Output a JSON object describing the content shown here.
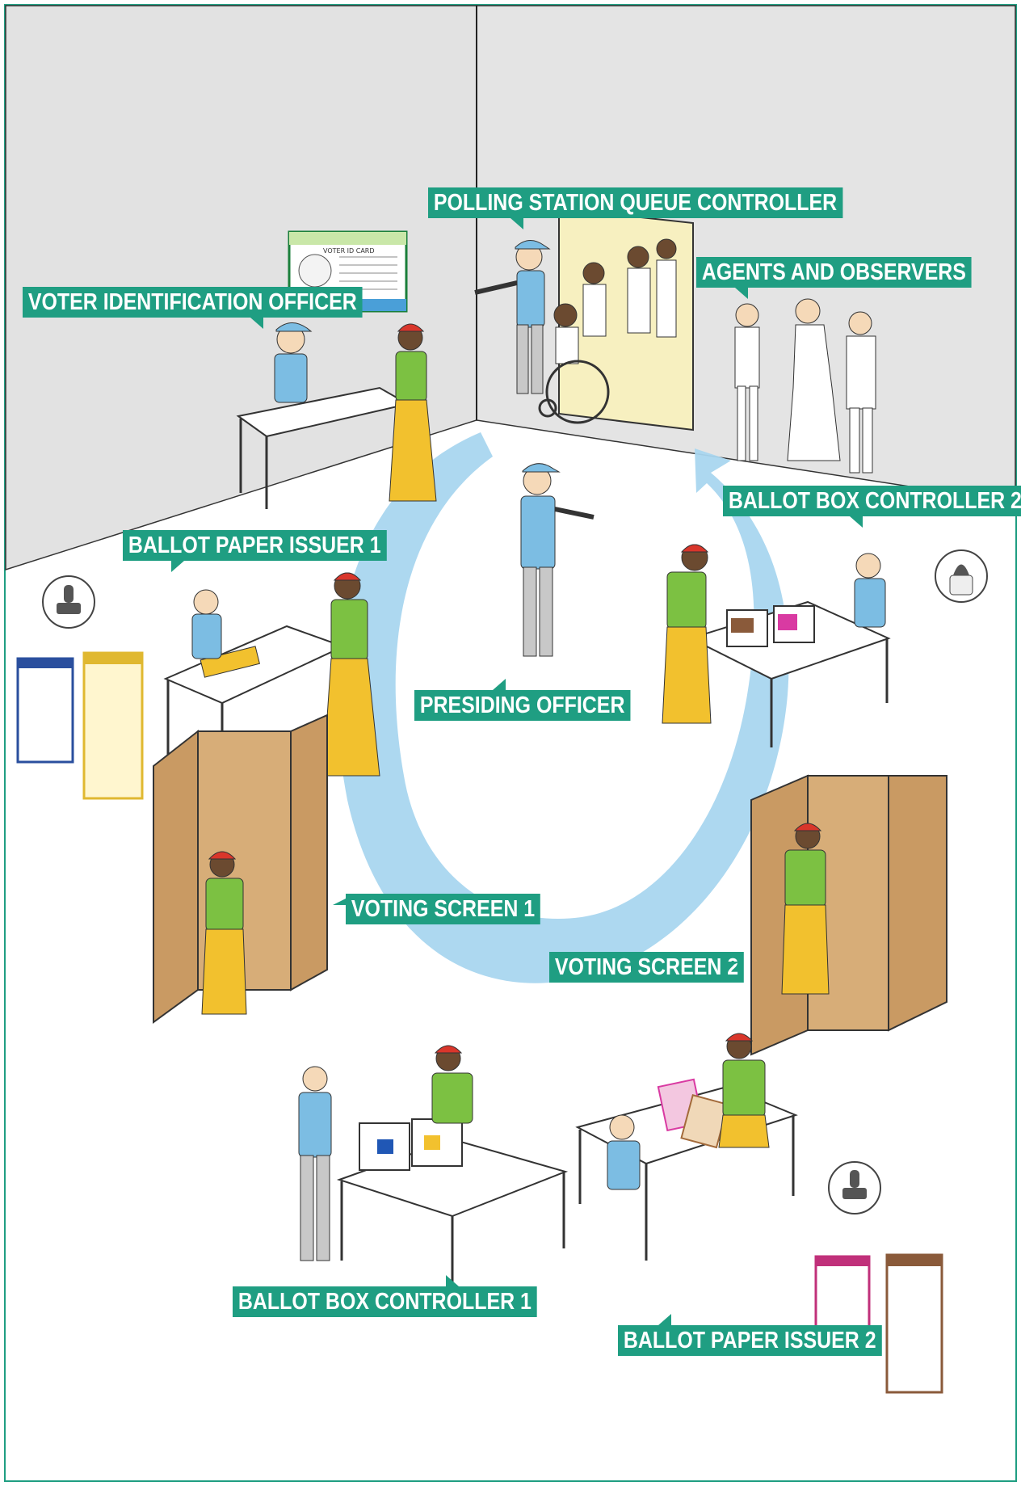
{
  "labels": {
    "queue_controller": "POLLING STATION QUEUE CONTROLLER",
    "agents_observers": "AGENTS AND OBSERVERS",
    "voter_id_officer": "VOTER IDENTIFICATION OFFICER",
    "ballot_box_controller_2": "BALLOT BOX CONTROLLER 2",
    "ballot_paper_issuer_1": "BALLOT PAPER ISSUER 1",
    "presiding_officer": "PRESIDING OFFICER",
    "voting_screen_1": "VOTING SCREEN 1",
    "voting_screen_2": "VOTING SCREEN 2",
    "ballot_box_controller_1": "BALLOT BOX CONTROLLER 1",
    "ballot_paper_issuer_2": "BALLOT PAPER ISSUER 2"
  },
  "voter_card": {
    "title": "VOTER ID CARD"
  },
  "colors": {
    "label_bg": "#1f9e82",
    "border": "#1f9e82",
    "wall": "#e2e2e2",
    "flow_arrow": "#a9d6ef",
    "booth": "#c99a63",
    "shirt_green": "#7cc142",
    "skirt_yellow": "#f2c12e",
    "headwrap_red": "#d9362b",
    "vest_blue": "#7cbde3",
    "door_yellow": "#f7f0c0"
  }
}
